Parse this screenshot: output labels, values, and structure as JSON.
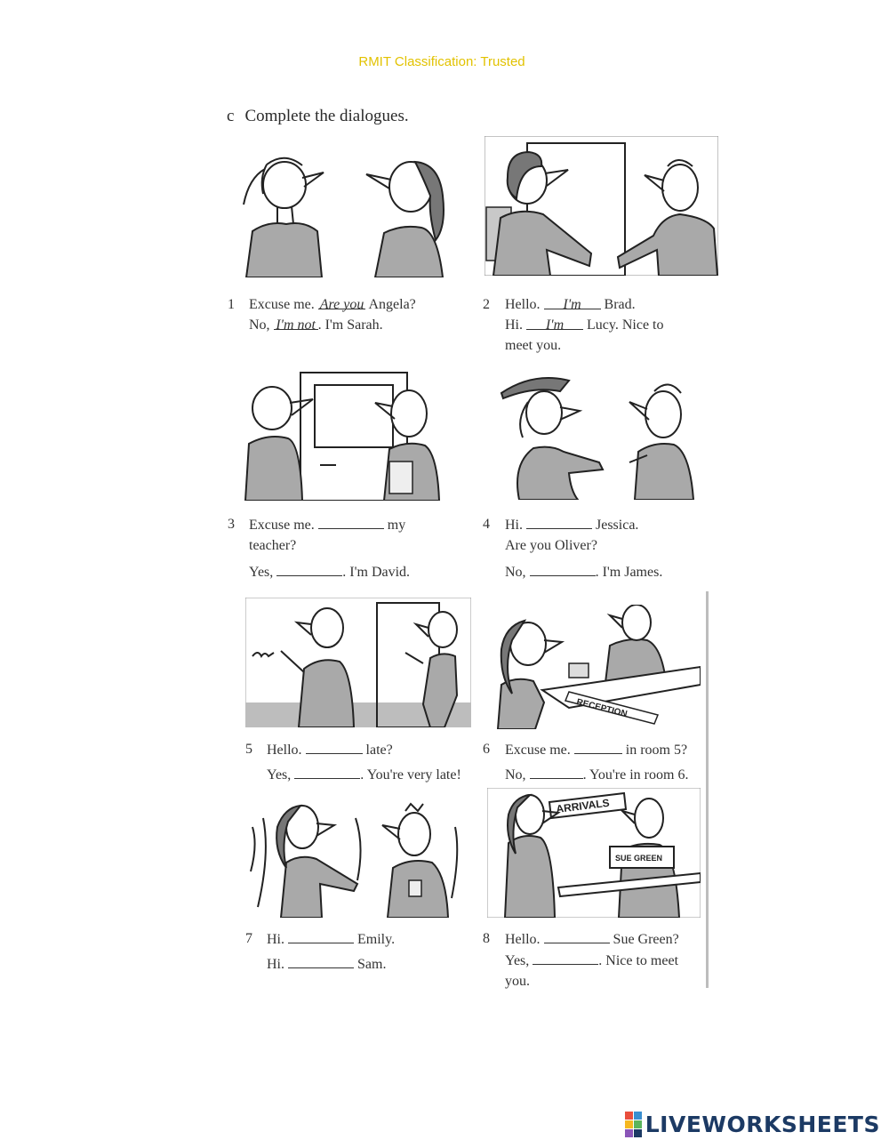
{
  "header": {
    "classification": "RMIT Classification: Trusted"
  },
  "exercise": {
    "letter": "c",
    "instruction": "Complete the dialogues."
  },
  "dialogues": [
    {
      "number": "1",
      "line1_a": "Excuse me. ",
      "line1_blank": "Are you",
      "line1_b": " Angela?",
      "line2_a": "No, ",
      "line2_blank": "I'm not",
      "line2_b": ". I'm Sarah."
    },
    {
      "number": "2",
      "line1_a": "Hello. ",
      "line1_blank": "I'm",
      "line1_b": " Brad.",
      "line2_a": "Hi. ",
      "line2_blank": "I'm",
      "line2_b": " Lucy. Nice to",
      "line3": "meet you."
    },
    {
      "number": "3",
      "line1_a": "Excuse me. ",
      "line1_b": " my",
      "line2": "teacher?",
      "line3_a": "Yes, ",
      "line3_b": ". I'm David."
    },
    {
      "number": "4",
      "line1_a": "Hi. ",
      "line1_b": " Jessica.",
      "line2": "Are you Oliver?",
      "line3_a": "No, ",
      "line3_b": ". I'm James."
    },
    {
      "number": "5",
      "line1_a": "Hello. ",
      "line1_b": " late?",
      "line2_a": "Yes, ",
      "line2_b": ". You're very late!"
    },
    {
      "number": "6",
      "line1_a": "Excuse me. ",
      "line1_b": " in room 5?",
      "line2_a": "No, ",
      "line2_b": ". You're in room 6."
    },
    {
      "number": "7",
      "line1_a": "Hi. ",
      "line1_b": " Emily.",
      "line2_a": "Hi. ",
      "line2_b": " Sam."
    },
    {
      "number": "8",
      "line1_a": "Hello. ",
      "line1_b": " Sue Green?",
      "line2_a": "Yes, ",
      "line2_b": ". Nice to meet",
      "line3": "you."
    }
  ],
  "illustration_signs": {
    "reception": "RECEPTION",
    "arrivals": "ARRIVALS",
    "name_card": "SUE GREEN"
  },
  "footer": {
    "logo_text": "LIVEWORKSHEETS"
  },
  "colors": {
    "classification": "#e2c200",
    "logo": "#1c3a64"
  }
}
